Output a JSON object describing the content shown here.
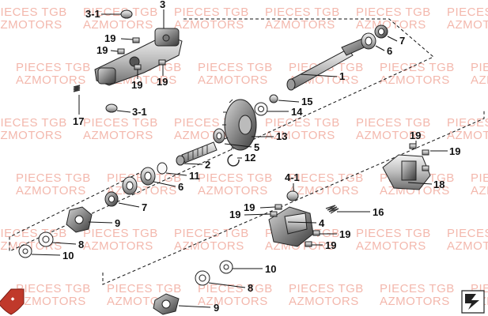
{
  "watermark": {
    "line1": "PIECES TGB",
    "line2": "AZMOTORS"
  },
  "callouts": [
    {
      "id": "c31a",
      "text": "3-1"
    },
    {
      "id": "c3",
      "text": "3"
    },
    {
      "id": "c19a",
      "text": "19"
    },
    {
      "id": "c19b",
      "text": "19"
    },
    {
      "id": "c19c",
      "text": "19"
    },
    {
      "id": "c19d",
      "text": "19"
    },
    {
      "id": "c7a",
      "text": "7"
    },
    {
      "id": "c6a",
      "text": "6"
    },
    {
      "id": "c1",
      "text": "1"
    },
    {
      "id": "c15",
      "text": "15"
    },
    {
      "id": "c14",
      "text": "14"
    },
    {
      "id": "c17",
      "text": "17"
    },
    {
      "id": "c31b",
      "text": "3-1"
    },
    {
      "id": "c13",
      "text": "13"
    },
    {
      "id": "c5",
      "text": "5"
    },
    {
      "id": "c12",
      "text": "12"
    },
    {
      "id": "c2",
      "text": "2"
    },
    {
      "id": "c11",
      "text": "11"
    },
    {
      "id": "c6b",
      "text": "6"
    },
    {
      "id": "c7b",
      "text": "7"
    },
    {
      "id": "c9a",
      "text": "9"
    },
    {
      "id": "c8a",
      "text": "8"
    },
    {
      "id": "c10a",
      "text": "10"
    },
    {
      "id": "c19e",
      "text": "19"
    },
    {
      "id": "c19f",
      "text": "19"
    },
    {
      "id": "c18",
      "text": "18"
    },
    {
      "id": "c41",
      "text": "4-1"
    },
    {
      "id": "c19g",
      "text": "19"
    },
    {
      "id": "c19h",
      "text": "19"
    },
    {
      "id": "c16",
      "text": "16"
    },
    {
      "id": "c4",
      "text": "4"
    },
    {
      "id": "c19i",
      "text": "19"
    },
    {
      "id": "c19j",
      "text": "19"
    },
    {
      "id": "c10b",
      "text": "10"
    },
    {
      "id": "c8b",
      "text": "8"
    },
    {
      "id": "c9b",
      "text": "9"
    }
  ]
}
